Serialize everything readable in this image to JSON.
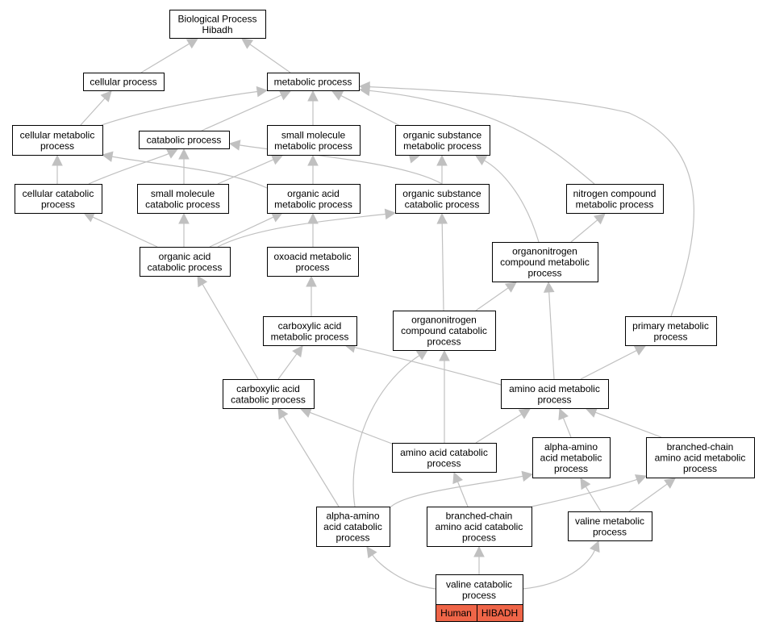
{
  "colors": {
    "edge": "#c0c0c0",
    "node_border": "#000000",
    "node_fill": "#ffffff",
    "annotation_fill": "#ef6548"
  },
  "nodes": [
    {
      "id": "bp",
      "lines": [
        "Biological Process",
        "Hibadh"
      ]
    },
    {
      "id": "cellular-process",
      "lines": [
        "cellular process"
      ]
    },
    {
      "id": "metabolic-process",
      "lines": [
        "metabolic process"
      ]
    },
    {
      "id": "cellular-metabolic-process",
      "lines": [
        "cellular metabolic",
        "process"
      ]
    },
    {
      "id": "catabolic-process",
      "lines": [
        "catabolic process"
      ]
    },
    {
      "id": "small-molecule-metabolic-process",
      "lines": [
        "small molecule",
        "metabolic process"
      ]
    },
    {
      "id": "organic-substance-metabolic-process",
      "lines": [
        "organic substance",
        "metabolic process"
      ]
    },
    {
      "id": "cellular-catabolic-process",
      "lines": [
        "cellular catabolic",
        "process"
      ]
    },
    {
      "id": "small-molecule-catabolic-process",
      "lines": [
        "small molecule",
        "catabolic process"
      ]
    },
    {
      "id": "organic-acid-metabolic-process",
      "lines": [
        "organic acid",
        "metabolic process"
      ]
    },
    {
      "id": "organic-substance-catabolic-process",
      "lines": [
        "organic substance",
        "catabolic process"
      ]
    },
    {
      "id": "nitrogen-compound-metabolic-process",
      "lines": [
        "nitrogen compound",
        "metabolic process"
      ]
    },
    {
      "id": "organic-acid-catabolic-process",
      "lines": [
        "organic acid",
        "catabolic process"
      ]
    },
    {
      "id": "oxoacid-metabolic-process",
      "lines": [
        "oxoacid metabolic",
        "process"
      ]
    },
    {
      "id": "organonitrogen-compound-metabolic-process",
      "lines": [
        "organonitrogen",
        "compound metabolic",
        "process"
      ]
    },
    {
      "id": "carboxylic-acid-metabolic-process",
      "lines": [
        "carboxylic acid",
        "metabolic process"
      ]
    },
    {
      "id": "organonitrogen-compound-catabolic-process",
      "lines": [
        "organonitrogen",
        "compound catabolic",
        "process"
      ]
    },
    {
      "id": "primary-metabolic-process",
      "lines": [
        "primary metabolic",
        "process"
      ]
    },
    {
      "id": "carboxylic-acid-catabolic-process",
      "lines": [
        "carboxylic acid",
        "catabolic process"
      ]
    },
    {
      "id": "amino-acid-metabolic-process",
      "lines": [
        "amino acid metabolic",
        "process"
      ]
    },
    {
      "id": "amino-acid-catabolic-process",
      "lines": [
        "amino acid catabolic",
        "process"
      ]
    },
    {
      "id": "alpha-amino-acid-metabolic-process",
      "lines": [
        "alpha-amino",
        "acid metabolic",
        "process"
      ]
    },
    {
      "id": "branched-chain-amino-acid-metabolic-process",
      "lines": [
        "branched-chain",
        "amino acid metabolic",
        "process"
      ]
    },
    {
      "id": "alpha-amino-acid-catabolic-process",
      "lines": [
        "alpha-amino",
        "acid catabolic",
        "process"
      ]
    },
    {
      "id": "branched-chain-amino-acid-catabolic-process",
      "lines": [
        "branched-chain",
        "amino acid catabolic",
        "process"
      ]
    },
    {
      "id": "valine-metabolic-process",
      "lines": [
        "valine metabolic",
        "process"
      ]
    },
    {
      "id": "valine-catabolic-process",
      "lines": [
        "valine catabolic",
        "process"
      ]
    }
  ],
  "annotations": [
    {
      "id": "human",
      "label": "Human"
    },
    {
      "id": "hibadh",
      "label": "HIBADH"
    }
  ],
  "edges": [
    {
      "from": "cellular-process",
      "to": "bp"
    },
    {
      "from": "metabolic-process",
      "to": "bp"
    },
    {
      "from": "cellular-metabolic-process",
      "to": "cellular-process"
    },
    {
      "from": "cellular-metabolic-process",
      "to": "metabolic-process"
    },
    {
      "from": "catabolic-process",
      "to": "metabolic-process"
    },
    {
      "from": "small-molecule-metabolic-process",
      "to": "metabolic-process"
    },
    {
      "from": "organic-substance-metabolic-process",
      "to": "metabolic-process"
    },
    {
      "from": "nitrogen-compound-metabolic-process",
      "to": "metabolic-process"
    },
    {
      "from": "primary-metabolic-process",
      "to": "metabolic-process"
    },
    {
      "from": "cellular-catabolic-process",
      "to": "cellular-metabolic-process"
    },
    {
      "from": "cellular-catabolic-process",
      "to": "catabolic-process"
    },
    {
      "from": "small-molecule-catabolic-process",
      "to": "catabolic-process"
    },
    {
      "from": "small-molecule-catabolic-process",
      "to": "small-molecule-metabolic-process"
    },
    {
      "from": "organic-acid-metabolic-process",
      "to": "small-molecule-metabolic-process"
    },
    {
      "from": "organic-acid-metabolic-process",
      "to": "organic-substance-metabolic-process"
    },
    {
      "from": "organic-acid-metabolic-process",
      "to": "cellular-metabolic-process"
    },
    {
      "from": "organic-substance-catabolic-process",
      "to": "catabolic-process"
    },
    {
      "from": "organic-substance-catabolic-process",
      "to": "organic-substance-metabolic-process"
    },
    {
      "from": "organic-acid-catabolic-process",
      "to": "cellular-catabolic-process"
    },
    {
      "from": "organic-acid-catabolic-process",
      "to": "small-molecule-catabolic-process"
    },
    {
      "from": "organic-acid-catabolic-process",
      "to": "organic-acid-metabolic-process"
    },
    {
      "from": "organic-acid-catabolic-process",
      "to": "organic-substance-catabolic-process"
    },
    {
      "from": "oxoacid-metabolic-process",
      "to": "organic-acid-metabolic-process"
    },
    {
      "from": "organonitrogen-compound-metabolic-process",
      "to": "organic-substance-metabolic-process"
    },
    {
      "from": "organonitrogen-compound-metabolic-process",
      "to": "nitrogen-compound-metabolic-process"
    },
    {
      "from": "carboxylic-acid-metabolic-process",
      "to": "oxoacid-metabolic-process"
    },
    {
      "from": "organonitrogen-compound-catabolic-process",
      "to": "organic-substance-catabolic-process"
    },
    {
      "from": "organonitrogen-compound-catabolic-process",
      "to": "organonitrogen-compound-metabolic-process"
    },
    {
      "from": "carboxylic-acid-catabolic-process",
      "to": "carboxylic-acid-metabolic-process"
    },
    {
      "from": "carboxylic-acid-catabolic-process",
      "to": "organic-acid-catabolic-process"
    },
    {
      "from": "amino-acid-metabolic-process",
      "to": "carboxylic-acid-metabolic-process"
    },
    {
      "from": "amino-acid-metabolic-process",
      "to": "organonitrogen-compound-metabolic-process"
    },
    {
      "from": "amino-acid-metabolic-process",
      "to": "primary-metabolic-process"
    },
    {
      "from": "amino-acid-catabolic-process",
      "to": "carboxylic-acid-catabolic-process"
    },
    {
      "from": "amino-acid-catabolic-process",
      "to": "organonitrogen-compound-catabolic-process"
    },
    {
      "from": "amino-acid-catabolic-process",
      "to": "amino-acid-metabolic-process"
    },
    {
      "from": "alpha-amino-acid-metabolic-process",
      "to": "amino-acid-metabolic-process"
    },
    {
      "from": "branched-chain-amino-acid-metabolic-process",
      "to": "amino-acid-metabolic-process"
    },
    {
      "from": "alpha-amino-acid-catabolic-process",
      "to": "carboxylic-acid-catabolic-process"
    },
    {
      "from": "alpha-amino-acid-catabolic-process",
      "to": "organonitrogen-compound-catabolic-process"
    },
    {
      "from": "alpha-amino-acid-catabolic-process",
      "to": "alpha-amino-acid-metabolic-process"
    },
    {
      "from": "branched-chain-amino-acid-catabolic-process",
      "to": "amino-acid-catabolic-process"
    },
    {
      "from": "branched-chain-amino-acid-catabolic-process",
      "to": "branched-chain-amino-acid-metabolic-process"
    },
    {
      "from": "valine-metabolic-process",
      "to": "alpha-amino-acid-metabolic-process"
    },
    {
      "from": "valine-metabolic-process",
      "to": "branched-chain-amino-acid-metabolic-process"
    },
    {
      "from": "valine-catabolic-process",
      "to": "alpha-amino-acid-catabolic-process"
    },
    {
      "from": "valine-catabolic-process",
      "to": "branched-chain-amino-acid-catabolic-process"
    },
    {
      "from": "valine-catabolic-process",
      "to": "valine-metabolic-process"
    }
  ]
}
